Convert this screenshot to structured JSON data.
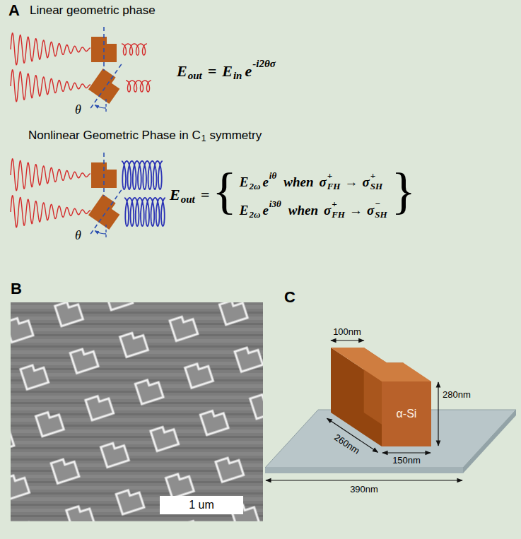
{
  "diagram": {
    "nodes": [
      {
        "text": [
          "1 um"
        ]
      },
      {
        "text": [
          "α-Si"
        ]
      }
    ],
    "labels": [
      "A",
      "Linear geometric phase",
      "θ",
      "E",
      "out",
      "=",
      "E",
      "in",
      "e",
      "-i2θσ",
      "Nonlinear Geometric Phase in C",
      "1",
      "symmetry",
      "θ",
      "E",
      "out",
      "=",
      "{",
      "E",
      "2ω",
      "e",
      "iθ",
      "when",
      "σ",
      "+",
      "FH",
      "→",
      "σ",
      "+",
      "SH",
      "E",
      "2ω",
      "e",
      "i3θ",
      "when",
      "σ",
      "+",
      "FH",
      "→",
      "σ",
      "−",
      "SH",
      "}",
      "B",
      "C",
      "100nm",
      "260nm",
      "280nm",
      "150nm",
      "390nm"
    ]
  }
}
